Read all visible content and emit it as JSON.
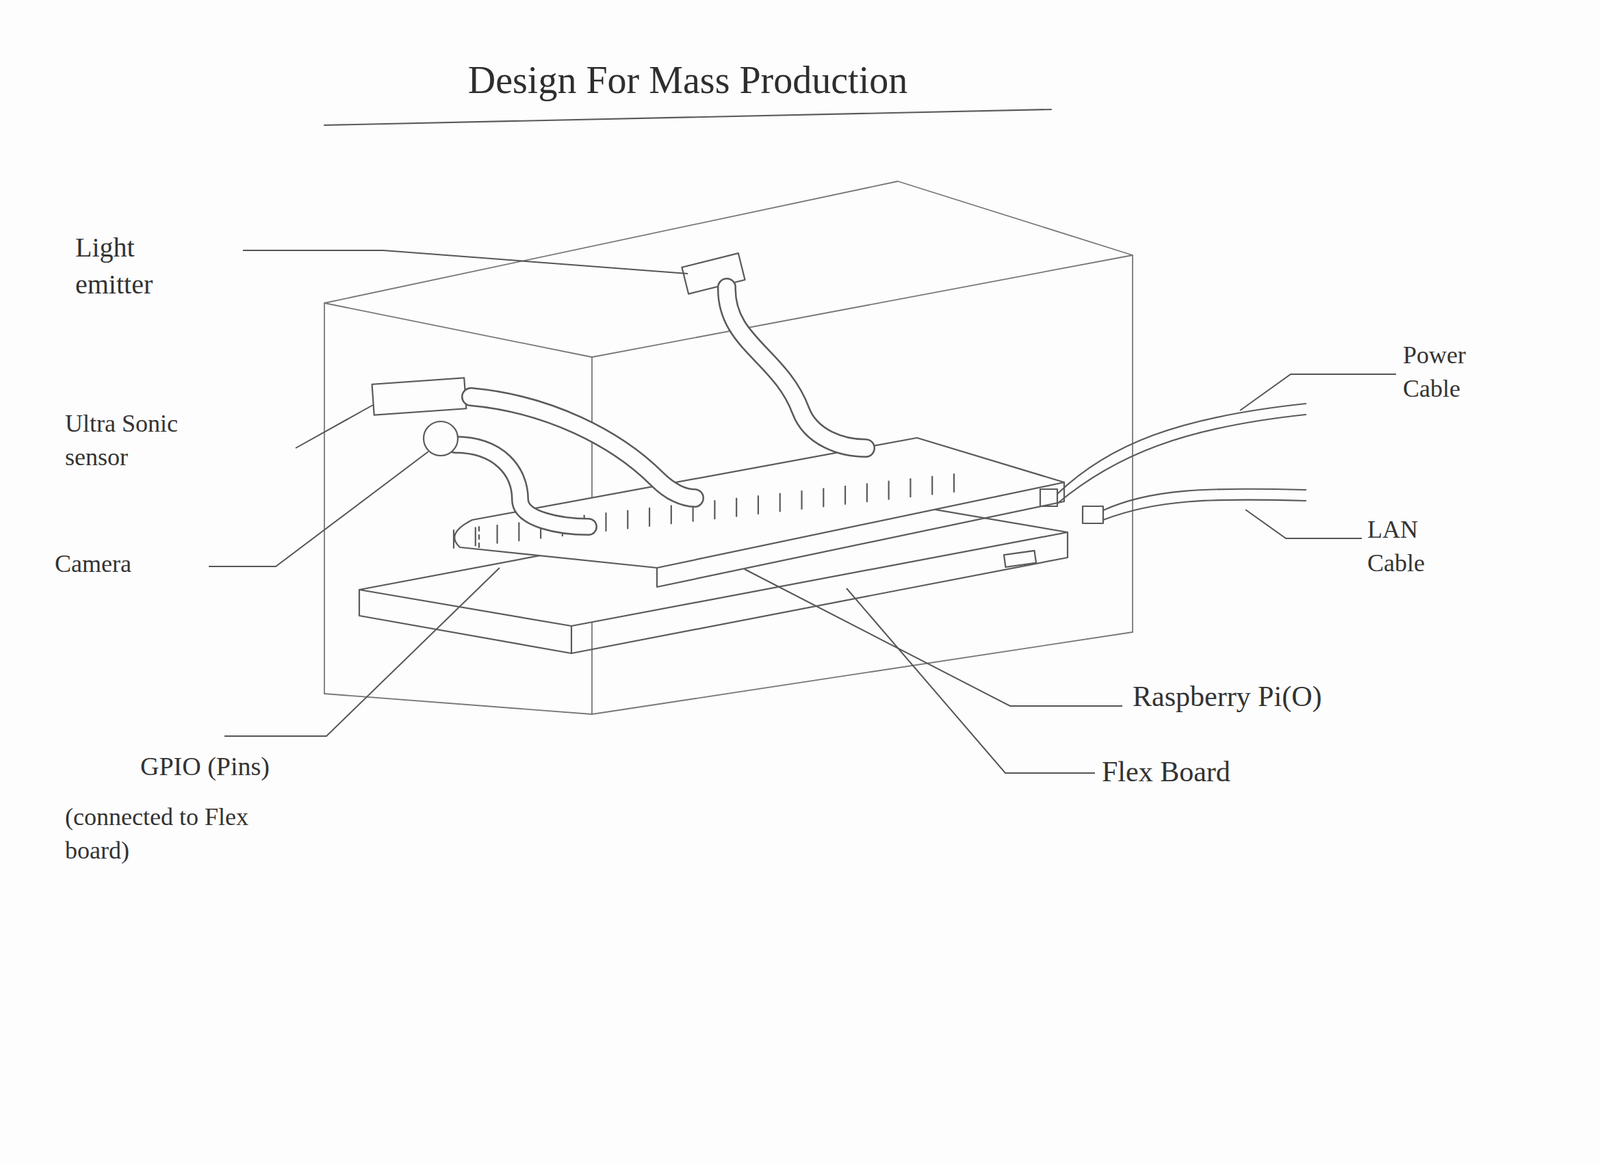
{
  "diagram": {
    "title": "Design For Mass Production",
    "labels": [
      "Light emitter",
      "Ultra Sonic sensor",
      "Camera",
      "GPIO (Pins)",
      "(connected to Flex board)",
      "Power Cable",
      "LAN Cable",
      "Raspberry Pi(O)",
      "Flex Board"
    ]
  }
}
